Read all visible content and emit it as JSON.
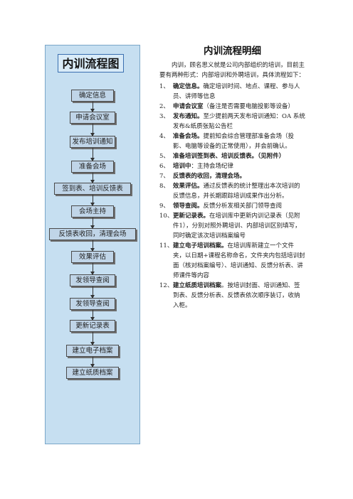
{
  "flowchart": {
    "title": "内训流程图",
    "steps": [
      "确定信息",
      "申请会议室",
      "发布培训通知",
      "准备会场",
      "签到表、培训反馈表",
      "会场主持",
      "反馈表收回，清理会场",
      "效果评估",
      "发领导查阅",
      "发领导查阅",
      "更新记录表",
      "建立电子档案",
      "建立纸质档案"
    ]
  },
  "document": {
    "title": "内训流程明细",
    "intro": "内训，顾名思义就是公司内部组织的培训，目前主要有两种形式：内部培训和外聘培训，具体流程如下：",
    "items": [
      {
        "num": "1、",
        "bold": "确定信息。",
        "text": "确定培训时间、地点、课程、参与人员、讲师等信息"
      },
      {
        "num": "2、",
        "bold": "申请会议室",
        "text": "（备注是否需要电脑投影等设备）"
      },
      {
        "num": "3、",
        "bold": "发布通知。",
        "text": "至少提前两天发布培训通知：OA 系统发布&纸质张贴公告栏"
      },
      {
        "num": "4、",
        "bold": "准备会场。",
        "text": "提前知会综合管理部准备会场（投影、电脑等设备的正常使用），并会前确认。"
      },
      {
        "num": "5、",
        "bold": "准备培训签到表、培训反馈表。（见附件）",
        "text": ""
      },
      {
        "num": "6、",
        "bold": "培训中",
        "text": "：主持会场纪律"
      },
      {
        "num": "7、",
        "bold": "反馈表的收回，清理会场。",
        "text": ""
      },
      {
        "num": "8、",
        "bold": "效果评估。",
        "text": "通过反馈表的统计整理出本次培训的反馈信息，并长期跟踪培训成果作出分析。"
      },
      {
        "num": "9、",
        "bold": "领导查阅。",
        "text": "反馈分析发相关部门领导查阅"
      },
      {
        "num": "10、",
        "bold": "更新记录表。",
        "text": "在培训库中更新内训记录表（见附件1），分别对照外聘培训、内部培训区别填写，同时确定该次培训档案编号"
      },
      {
        "num": "11、",
        "bold": "建立电子培训档案。",
        "text": "在培训库新建立一个文件夹，以日期+课程名称命名，文件夹内包括培训封面（核对档案编号）、培训通知、反馈分析表、讲师课件等内容"
      },
      {
        "num": "12、",
        "bold": "建立纸质培训档案",
        "text": "。按培训封面、培训通知、签到表、反馈分析表、反馈表依次顺序装订，收纳入柜。"
      }
    ]
  }
}
